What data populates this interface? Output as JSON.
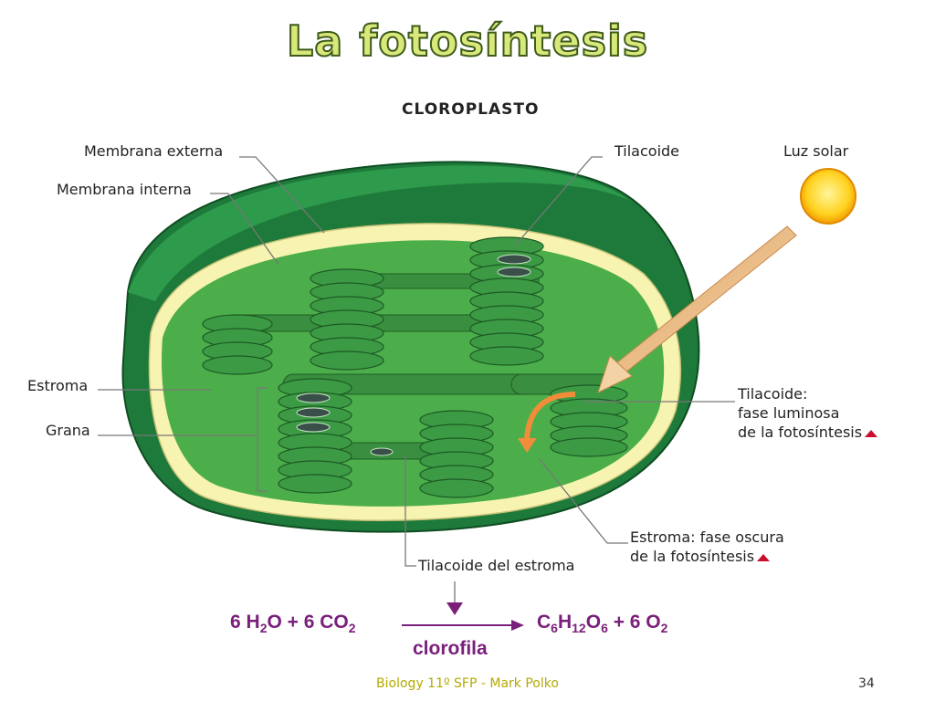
{
  "slide": {
    "title": "La fotosíntesis",
    "footer": "Biology 11º SFP - Mark Polko",
    "page_number": "34"
  },
  "diagram": {
    "heading": "CLOROPLASTO",
    "labels": {
      "membrana_externa": "Membrana externa",
      "membrana_interna": "Membrana interna",
      "tilacoide": "Tilacoide",
      "luz_solar": "Luz solar",
      "estroma": "Estroma",
      "grana": "Grana",
      "tilacoide_fase_luminosa": "Tilacoide:\nfase luminosa\nde la fotosíntesis",
      "estroma_fase_oscura": "Estroma: fase oscura\nde la fotosíntesis",
      "tilacoide_del_estroma": "Tilacoide del estroma"
    }
  },
  "equation": {
    "reactants": {
      "a": "6 H",
      "a_sub": "2",
      "b": "O + 6 CO",
      "b_sub": "2"
    },
    "products": {
      "c": "C",
      "c_sub1": "6",
      "d": "H",
      "d_sub": "12",
      "e": "O",
      "e_sub": "6",
      "f": " + 6 O",
      "f_sub": "2"
    },
    "catalyst": "clorofila"
  },
  "colors": {
    "outer_membrane": "#1e7a3a",
    "inner_membrane": "#f7f3b0",
    "stroma": "#4cae4a",
    "granum": "#3c9a45",
    "sun": "#ffd21f",
    "equation": "#7a1f7a",
    "label_marker": "#c8102e"
  }
}
